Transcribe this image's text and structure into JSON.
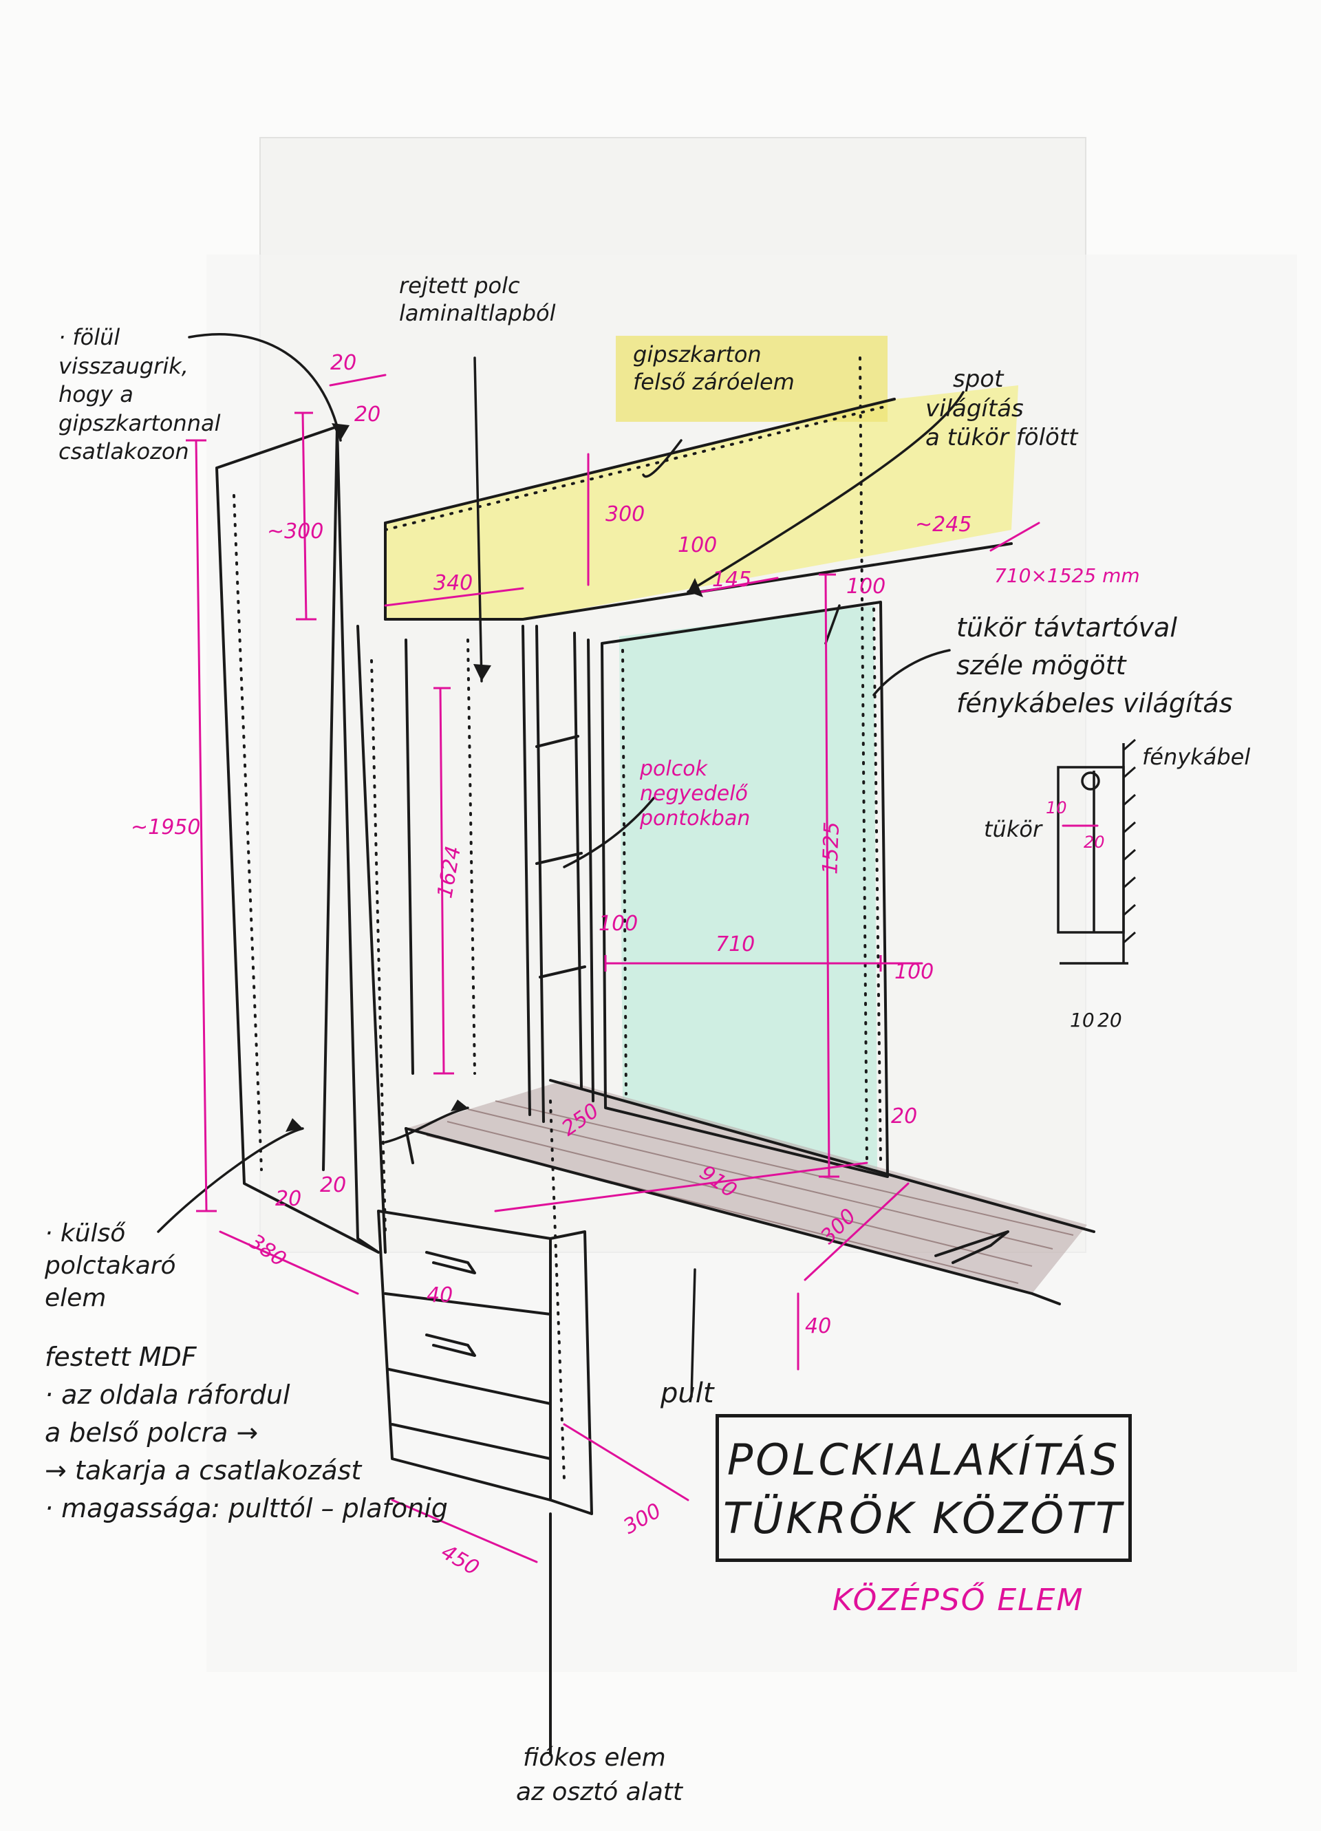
{
  "colors": {
    "ink": "#1a1a1a",
    "dimension": "#e0109a",
    "gypsum_highlight": "#f2ef9a",
    "mirror_glass": "#c8ecdf",
    "counter_shade": "#7a5a5a"
  },
  "notes": {
    "top_left": [
      "· fölül",
      "visszaugrik,",
      "hogy a",
      "gipszkartonnal",
      "csatlakozon"
    ],
    "hidden_shelf": [
      "rejtett polc",
      "laminaltlapból"
    ],
    "gypsum": [
      "gipszkarton",
      "felső záróelem"
    ],
    "spot": [
      "spot",
      "világítás",
      "a tükör fölött"
    ],
    "mirror_size": "710×1525 mm",
    "mirror_note": [
      "tükör távtartóval",
      "széle mögött",
      "fénykábeles világítás"
    ],
    "shelves_note": [
      "polcok",
      "negyedelő",
      "pontokban"
    ],
    "detail_cable": "fénykábel",
    "detail_mirror": "tükör",
    "outer_element": [
      "· külső",
      "polctakaró",
      "elem"
    ],
    "outer_desc": [
      "festett MDF",
      "· az oldala ráfordul",
      "a belső polcra →",
      "→ takarja a csatlakozást",
      "· magassága: pulttól – plafonig"
    ],
    "counter": "pult",
    "drawer_element": [
      "fiókos elem",
      "az osztó alatt"
    ]
  },
  "dimensions": {
    "d20a": "20",
    "d20b": "20",
    "d300a": "~300",
    "d1950": "~1950",
    "d300b": "300",
    "d340": "340",
    "d100a": "100",
    "d145": "145",
    "d245": "~245",
    "d100b": "100",
    "d1624": "1624",
    "d1525": "1525",
    "d100c": "100",
    "d710": "710",
    "d100d": "100",
    "d10a": "10",
    "d20c": "20",
    "d10b": "10",
    "d20d": "20",
    "d250": "250",
    "d910": "910",
    "d20e": "20",
    "d300c": "300",
    "d40a": "40",
    "d20f": "20",
    "d20g": "20",
    "d380": "380",
    "d40b": "40",
    "d450": "450",
    "d300d": "300"
  },
  "title": {
    "line1": "POLCKIALAKÍTÁS",
    "line2": "TÜKRÖK KÖZÖTT"
  },
  "subtitle": "KÖZÉPSŐ ELEM"
}
